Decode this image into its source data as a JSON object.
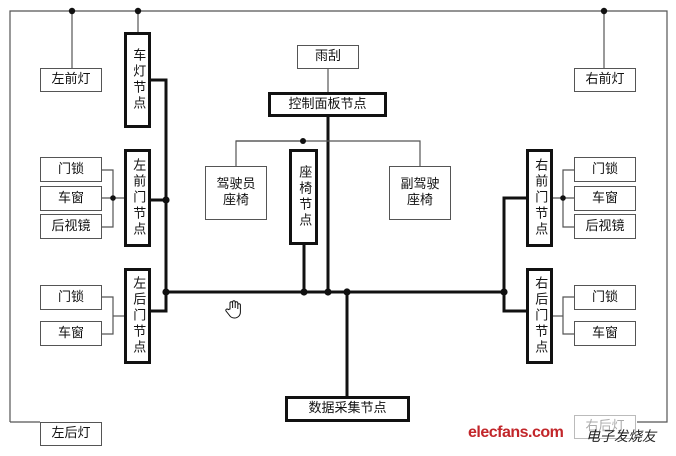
{
  "nodes": {
    "rain_wiper": "雨刮",
    "control_panel_node": "控制面板节点",
    "headlight_node": "车灯节点",
    "left_front_door_node": "左前门节点",
    "left_rear_door_node": "左后门节点",
    "seat_node": "座椅节点",
    "right_front_door_node": "右前门节点",
    "right_rear_door_node": "右后门节点",
    "data_acquisition_node": "数据采集节点"
  },
  "devices": {
    "left_headlight": "左前灯",
    "right_headlight": "右前灯",
    "left_taillight": "左后灯",
    "right_taillight": "右后灯",
    "driver_seat": "驾驶员\n座椅",
    "passenger_seat": "副驾驶\n座椅",
    "lf_door_lock": "门锁",
    "lf_window": "车窗",
    "lf_mirror": "后视镜",
    "lr_door_lock": "门锁",
    "lr_window": "车窗",
    "rf_door_lock": "门锁",
    "rf_window": "车窗",
    "rf_mirror": "后视镜",
    "rr_door_lock": "门锁",
    "rr_window": "车窗"
  },
  "watermark": {
    "site": "elecfans.com",
    "cn": "电子发烧友"
  },
  "colors": {
    "bus_line": "#111111",
    "thin_line": "#555555",
    "watermark_red": "#c2262a"
  },
  "icons": [
    "hand-cursor-icon"
  ]
}
